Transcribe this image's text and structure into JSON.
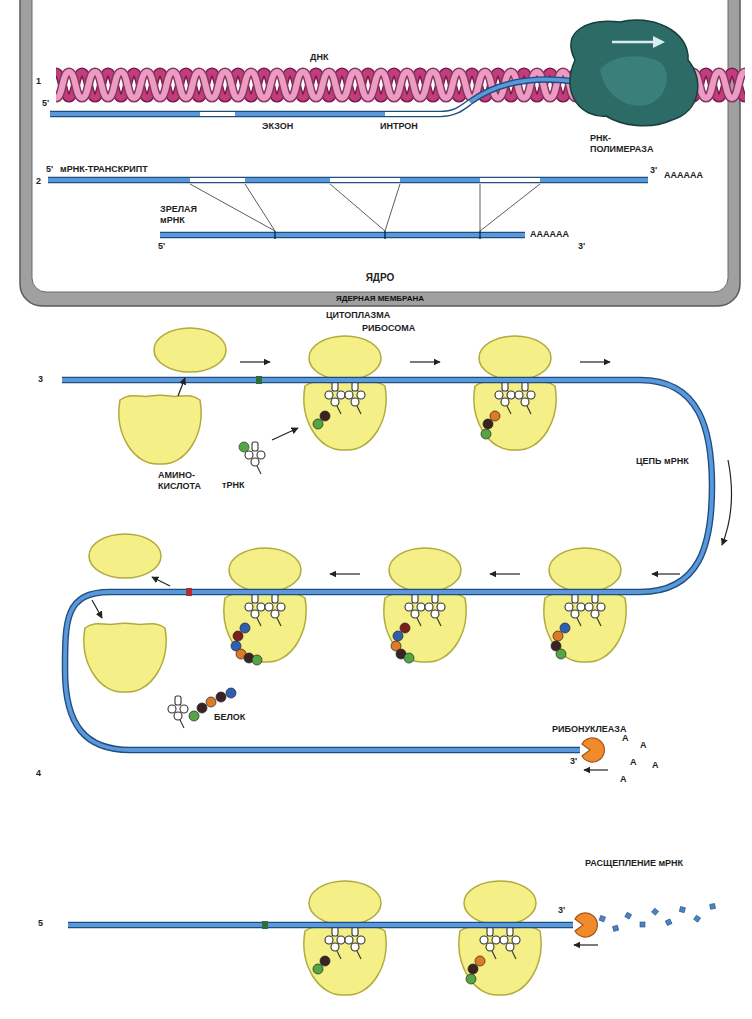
{
  "diagram": {
    "nodes": [
      {
        "text": [
          "ЯДРО",
          "ЯДЕРНАЯ МЕМБРАНА"
        ]
      }
    ],
    "labels": [
      "ДНК",
      "1",
      "5'",
      "ЭКЗОН",
      "ИНТРОН",
      "РНК- ПОЛИМЕРАЗА",
      "5'",
      "мРНК-ТРАНСКРИПТ",
      "2",
      "3'",
      "AAAAAA",
      "ЗРЕЛАЯ мРНК",
      "AAAAAA",
      "5'",
      "3'",
      "ЦИТОПЛАЗМА",
      "3",
      "РИБОСОМА",
      "ЦЕПЬ мРНК",
      "АМИНО- КИСЛОТА",
      "тРНК",
      "БЕЛОК",
      "РИБОНУКЛЕАЗА",
      "3'",
      "A",
      "A",
      "A",
      "A",
      "A",
      "4",
      "РАСЩЕПЛЕНИЕ мРНК",
      "5",
      "3'"
    ]
  }
}
